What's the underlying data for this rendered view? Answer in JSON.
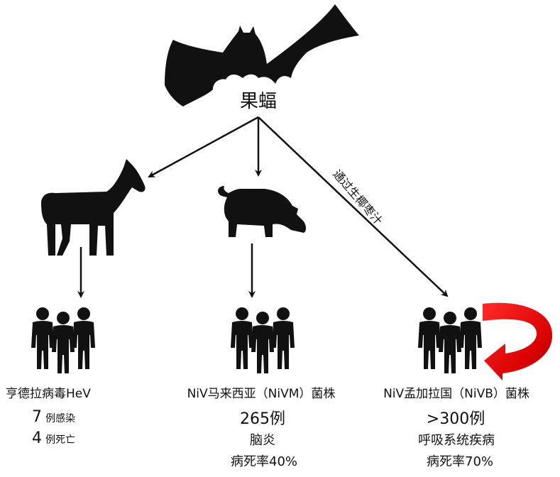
{
  "root": {
    "label": "果蝠",
    "icon": "bat-icon"
  },
  "edge_label": "通过生椰枣汁",
  "groups": [
    {
      "title": "亨德拉病毒HeV",
      "source_icon": "horse-icon",
      "cases_number": "7",
      "cases_text": "例感染",
      "deaths_number": "4",
      "deaths_text": "例死亡"
    },
    {
      "title": "NiV马来西亚（NiVM）菌株",
      "source_icon": "pig-icon",
      "cases": "265例",
      "symptom": "脑炎",
      "fatality": "病死率40%"
    },
    {
      "title": "NiV孟加拉国（NiVB）菌株",
      "cases": ">300例",
      "symptom": "呼吸系统疾病",
      "fatality": "病死率70%",
      "loop_icon": "human-to-human-arrow-icon"
    }
  ],
  "colors": {
    "ink": "#111111",
    "loop_arrow": "#e01010",
    "loop_arrow_dark": "#8a0000"
  }
}
